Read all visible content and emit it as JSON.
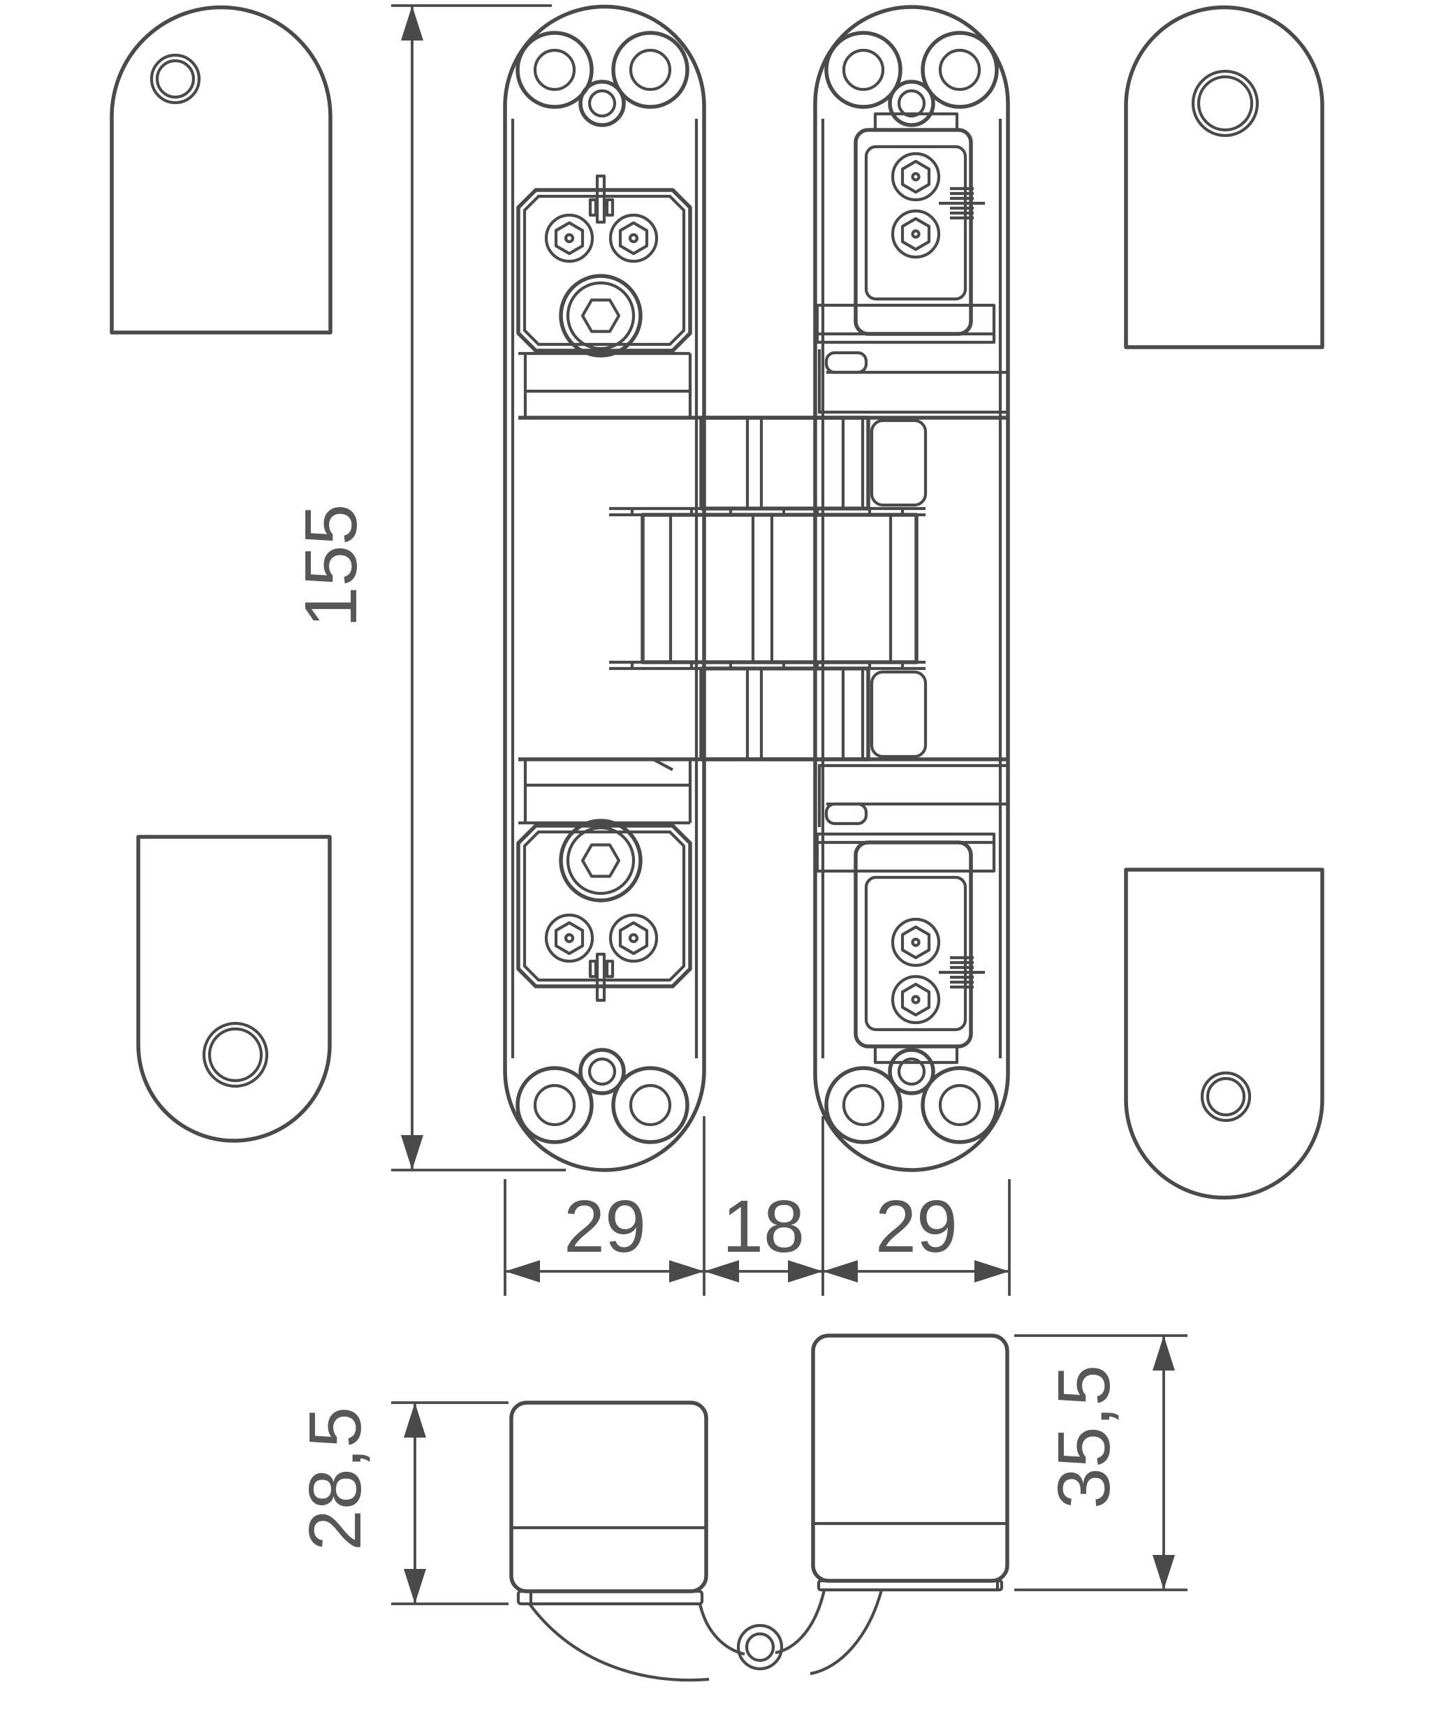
{
  "dimensions": {
    "front_height": "155",
    "front_left_width": "29",
    "front_gap": "18",
    "front_right_width": "29",
    "side_left_depth": "28,5",
    "side_right_depth": "35,5"
  },
  "colors": {
    "line": "#4a4a4a",
    "dim_text": "#575757",
    "background": "#ffffff"
  }
}
